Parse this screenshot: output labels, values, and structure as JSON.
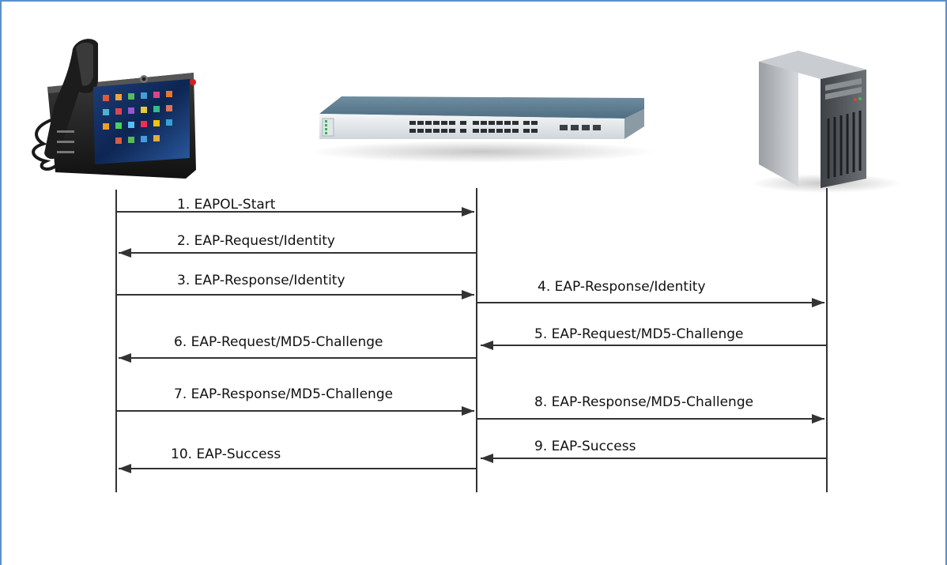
{
  "diagram": {
    "colors": {
      "line": "#333333",
      "frame": "#5b8fc9",
      "text": "#111111"
    },
    "participants": [
      {
        "icon": "ip-phone-icon"
      },
      {
        "icon": "network-switch-icon"
      },
      {
        "icon": "server-tower-icon"
      }
    ],
    "messages": [
      {
        "label": "1. EAPOL-Start"
      },
      {
        "label": "2. EAP-Request/Identity"
      },
      {
        "label": "3. EAP-Response/Identity"
      },
      {
        "label": "4. EAP-Response/Identity"
      },
      {
        "label": "5. EAP-Request/MD5-Challenge"
      },
      {
        "label": "6. EAP-Request/MD5-Challenge"
      },
      {
        "label": "7. EAP-Response/MD5-Challenge"
      },
      {
        "label": "8. EAP-Response/MD5-Challenge"
      },
      {
        "label": "9. EAP-Success"
      },
      {
        "label": "10. EAP-Success"
      }
    ]
  }
}
